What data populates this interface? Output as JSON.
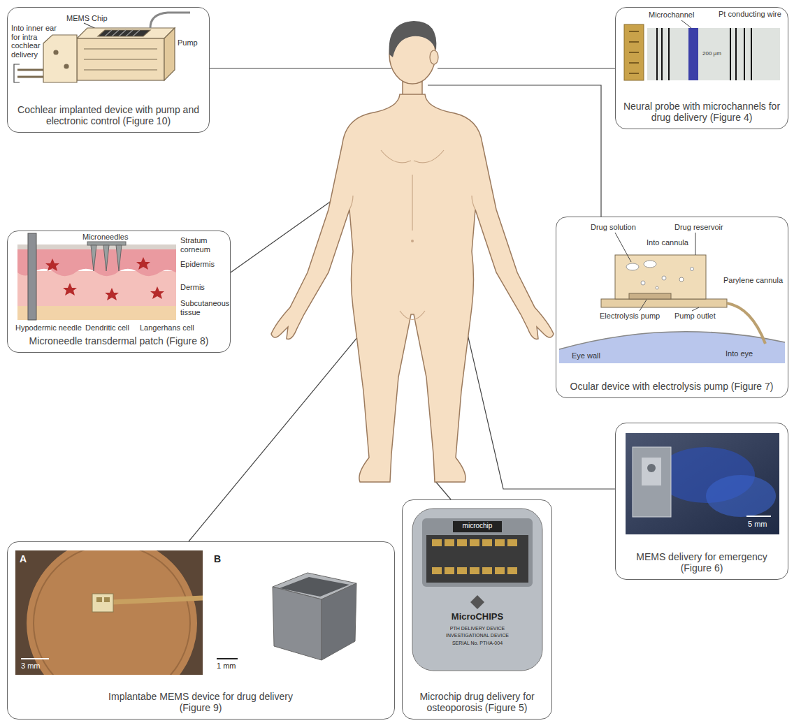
{
  "diagram": {
    "nodes": [
      {
        "text": [
          "Cochlear implanted device with pump and electronic control (Figure 10)"
        ]
      },
      {
        "text": [
          "Neural probe with microchannels for drug delivery (Figure 4)"
        ]
      },
      {
        "text": [
          "Microneedle transdermal patch (Figure 8)"
        ]
      },
      {
        "text": [
          "Ocular device with electrolysis pump (Figure 7)"
        ]
      },
      {
        "text": [
          "MEMS delivery for emergency (Figure 6)"
        ]
      },
      {
        "text": [
          "Microchip drug delivery for osteoporosis (Figure 5)"
        ]
      },
      {
        "text": [
          "Implantabe MEMS device for drug delivery (Figure 9)"
        ]
      }
    ],
    "labels": [
      "MEMS Chip",
      "Into inner ear for intra cochlear delivery",
      "Pump",
      "Microchannel",
      "Pt conducting wire",
      "200 μm",
      "Microneedles",
      "Stratum corneum",
      "Epidermis",
      "Dermis",
      "Subcutaneous tissue",
      "Hypodermic needle",
      "Dendritic cell",
      "Langerhans cell",
      "Drug solution",
      "Drug reservoir",
      "Into cannula",
      "Parylene cannula",
      "Pump outlet",
      "Electrolysis pump",
      "Eye wall",
      "Into eye",
      "5 mm",
      "microchip",
      "MicroCHIPS",
      "PTH DELIVERY DEVICE",
      "INVESTIGATIONAL DEVICE",
      "SERIAL No. PTHA-004",
      "A",
      "B",
      "3 mm",
      "1 mm"
    ]
  }
}
